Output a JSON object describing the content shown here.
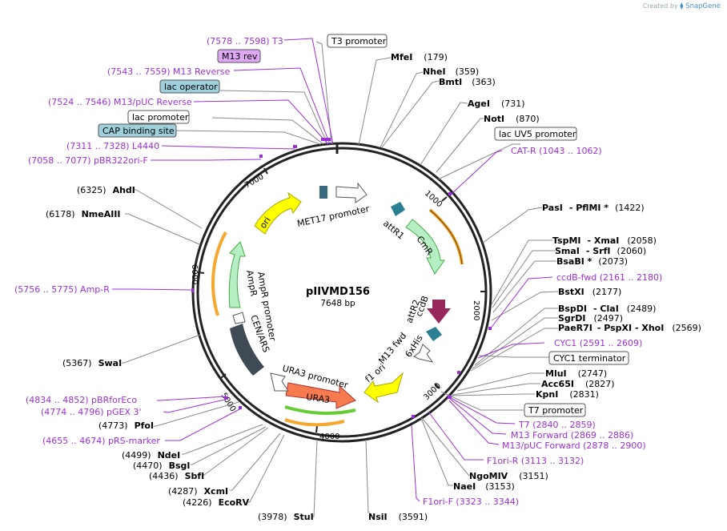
{
  "credit": {
    "text": "Created by",
    "brand": "SnapGene"
  },
  "plasmid": {
    "name": "pIIVMD156",
    "size": "7648 bp"
  },
  "ticks": [
    "1000",
    "2000",
    "3000",
    "4000",
    "5000",
    "6000",
    "7000"
  ],
  "enzymes_right": [
    {
      "name": "MfeI",
      "pos": "(179)"
    },
    {
      "name": "NheI",
      "pos": "(359)"
    },
    {
      "name": "BmtI",
      "pos": "(363)"
    },
    {
      "name": "AgeI",
      "pos": "(731)"
    },
    {
      "name": "NotI",
      "pos": "(870)"
    },
    {
      "name": "PasI",
      "extra": "- PflMI *",
      "pos": "(1422)"
    },
    {
      "name": "TspMI",
      "extra": "- XmaI",
      "pos": "(2058)"
    },
    {
      "name": "SmaI",
      "extra": "- SrfI",
      "pos": "(2060)"
    },
    {
      "name": "BsaBI *",
      "pos": "(2073)"
    },
    {
      "name": "BstXI",
      "pos": "(2177)"
    },
    {
      "name": "BspDI",
      "extra": "- ClaI",
      "pos": "(2489)"
    },
    {
      "name": "SgrDI",
      "pos": "(2497)"
    },
    {
      "name": "PaeR7I",
      "extra": "- PspXI - XhoI",
      "pos": "(2569)"
    },
    {
      "name": "MluI",
      "pos": "(2747)"
    },
    {
      "name": "Acc65I",
      "pos": "(2827)"
    },
    {
      "name": "KpnI",
      "pos": "(2831)"
    },
    {
      "name": "NgoMIV",
      "pos": "(3151)"
    },
    {
      "name": "NaeI",
      "pos": "(3153)"
    },
    {
      "name": "NsiI",
      "pos": "(3591)"
    }
  ],
  "enzymes_left": [
    {
      "name": "AhdI",
      "pos": "(6325)"
    },
    {
      "name": "NmeAIII",
      "pos": "(6178)"
    },
    {
      "name": "SwaI",
      "pos": "(5367)"
    },
    {
      "name": "PfoI",
      "pos": "(4773)"
    },
    {
      "name": "NdeI",
      "pos": "(4499)"
    },
    {
      "name": "BsgI",
      "pos": "(4470)"
    },
    {
      "name": "SbfI",
      "pos": "(4436)"
    },
    {
      "name": "XcmI",
      "pos": "(4287)"
    },
    {
      "name": "EcoRV",
      "pos": "(4226)"
    },
    {
      "name": "StuI",
      "pos": "(3978)"
    }
  ],
  "primers": [
    {
      "label": "(7578 .. 7598)  T3"
    },
    {
      "label": "(7543 .. 7559)  M13 Reverse"
    },
    {
      "label": "(7524 .. 7546)  M13/pUC Reverse"
    },
    {
      "label": "(7311 .. 7328)  L4440"
    },
    {
      "label": "(7058 .. 7077)  pBR322ori-F"
    },
    {
      "label": "(5756 .. 5775)  Amp-R"
    },
    {
      "label": "(4834 .. 4852)  pBRforEco"
    },
    {
      "label": "(4774 .. 4796)  pGEX 3'"
    },
    {
      "label": "(4655 .. 4674)  pRS-marker"
    },
    {
      "label": "CAT-R    (1043 .. 1062)"
    },
    {
      "label": "ccdB-fwd   (2161 .. 2180)"
    },
    {
      "label": "CYC1    (2591 .. 2609)"
    },
    {
      "label": "T7   (2840 .. 2859)"
    },
    {
      "label": "M13 Forward   (2869 .. 2886)"
    },
    {
      "label": "M13/pUC Forward   (2878 .. 2900)"
    },
    {
      "label": "F1ori-R   (3113 .. 3132)"
    },
    {
      "label": "F1ori-F   (3323 .. 3344)"
    }
  ],
  "boxed_features": [
    {
      "label": "T3 promoter"
    },
    {
      "label": "M13 rev"
    },
    {
      "label": "lac operator"
    },
    {
      "label": "lac promoter"
    },
    {
      "label": "CAP binding site"
    },
    {
      "label": "lac UV5 promoter"
    },
    {
      "label": "CYC1 terminator"
    },
    {
      "label": "T7 promoter"
    }
  ],
  "inner_features": [
    {
      "label": "MET17 promoter"
    },
    {
      "label": "attR1"
    },
    {
      "label": "CmR"
    },
    {
      "label": "attR2"
    },
    {
      "label": "ccdB"
    },
    {
      "label": "M13 fwd"
    },
    {
      "label": "6xHis"
    },
    {
      "label": "f1 ori"
    },
    {
      "label": "URA3 promoter"
    },
    {
      "label": "URA3"
    },
    {
      "label": "CEN/ARS"
    },
    {
      "label": "AmpR promoter"
    },
    {
      "label": "AmpR"
    },
    {
      "label": "ori"
    }
  ]
}
